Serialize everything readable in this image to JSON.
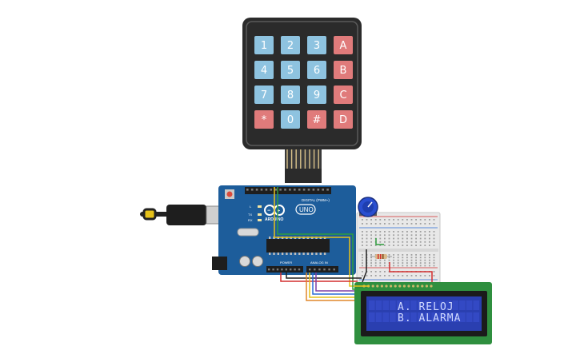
{
  "keypad": {
    "keys": [
      [
        "1",
        "2",
        "3",
        "A"
      ],
      [
        "4",
        "5",
        "6",
        "B"
      ],
      [
        "7",
        "8",
        "9",
        "C"
      ],
      [
        "*",
        "0",
        "#",
        "D"
      ]
    ],
    "colors": {
      "numeric": "#8ec3e0",
      "special": "#e07b7b",
      "body": "#2b2b2b"
    }
  },
  "arduino": {
    "brand": "ARDUINO",
    "model": "UNO",
    "digital_label": "DIGITAL (PWM~)",
    "power_label": "POWER",
    "analog_label": "ANALOG IN",
    "tx_label": "TX",
    "rx_label": "RX",
    "l_label": "L",
    "color": "#1d5d9b"
  },
  "lcd": {
    "line1": "A. RELOJ",
    "line2": "B. ALARMA",
    "colors": {
      "pcb": "#2f8f3f",
      "screen": "#2a3fb0"
    }
  },
  "wires": {
    "red": "#d32f2f",
    "black": "#222222",
    "yellow": "#e6c21a",
    "green": "#2e9e3e",
    "orange": "#e0872a",
    "purple": "#7e3fa6",
    "blue": "#2a6bd6"
  }
}
